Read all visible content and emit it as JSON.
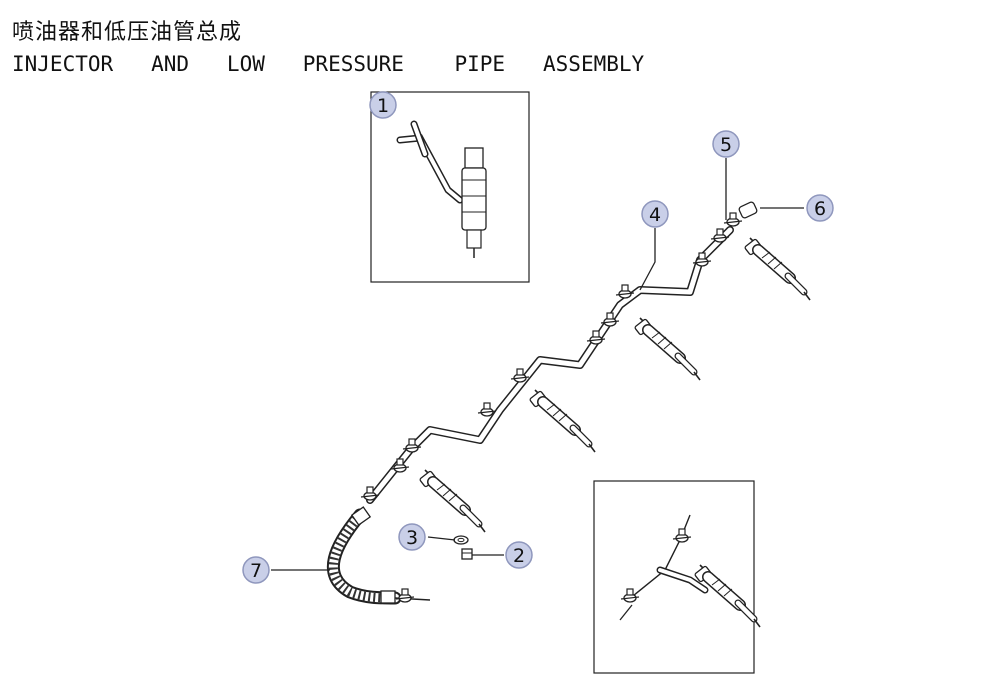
{
  "title": {
    "chinese": "喷油器和低压油管总成",
    "english": "INJECTOR   AND   LOW   PRESSURE    PIPE   ASSEMBLY"
  },
  "callouts": [
    {
      "id": "callout-1",
      "label": "1"
    },
    {
      "id": "callout-2",
      "label": "2"
    },
    {
      "id": "callout-3",
      "label": "3"
    },
    {
      "id": "callout-4",
      "label": "4"
    },
    {
      "id": "callout-5",
      "label": "5"
    },
    {
      "id": "callout-6",
      "label": "6"
    },
    {
      "id": "callout-7",
      "label": "7"
    }
  ],
  "colors": {
    "badge_fill": "#c9cfe8",
    "badge_stroke": "#8f97bd",
    "line": "#222222"
  }
}
